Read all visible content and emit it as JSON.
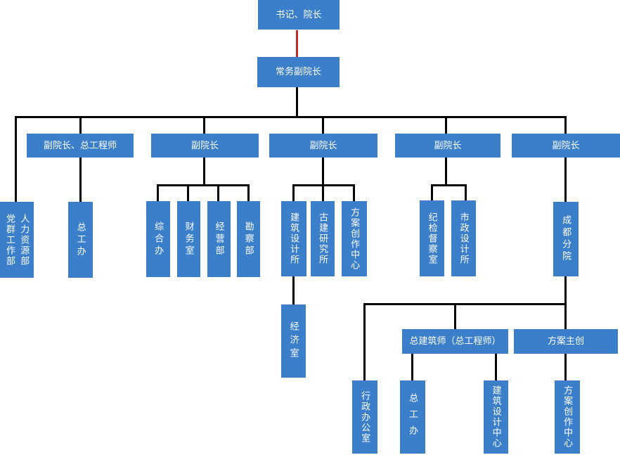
{
  "diagram": {
    "type": "org-chart",
    "colors": {
      "node_fill": "#3b7ec9",
      "node_text": "#ffffff",
      "connector": "#000000",
      "connector_top_red": "#c22a2a",
      "background": "#ffffff"
    },
    "nodes": {
      "secretary_dean": "书记、院长",
      "executive_vice_dean": "常务副院长",
      "vice_dean_chief_engineer": "副院长、总工程师",
      "vice_dean_2": "副院长",
      "vice_dean_3": "副院长",
      "vice_dean_4": "副院长",
      "vice_dean_5": "副院长",
      "party_mass_dept": "党群工作部",
      "hr_dept": "人力资源部",
      "chief_engineer_office": "总工办",
      "general_office": "综合办",
      "finance_office": "财务室",
      "operations_dept": "经营部",
      "survey_dept": "勘察部",
      "architecture_design_institute": "建筑设计所",
      "ancient_architecture_institute": "古建研究所",
      "scheme_creation_center": "方案创作中心",
      "economics_office": "经济室",
      "discipline_inspection_office": "纪检督察室",
      "municipal_design_institute": "市政设计所",
      "chengdu_branch": "成都分院",
      "chief_architect": "总建筑师（总工程师）",
      "scheme_lead": "方案主创",
      "admin_office": "行政办公室",
      "branch_chief_engineer_office": "总工办",
      "architecture_design_center": "建筑设计中心",
      "branch_scheme_creation_center": "方案创作中心"
    },
    "edges": [
      {
        "from": "secretary_dean",
        "to": "executive_vice_dean",
        "color": "#c22a2a"
      },
      {
        "from": "executive_vice_dean",
        "to": "party_mass_dept_hr_dept"
      },
      {
        "from": "executive_vice_dean",
        "to": "vice_dean_chief_engineer"
      },
      {
        "from": "executive_vice_dean",
        "to": "vice_dean_2"
      },
      {
        "from": "executive_vice_dean",
        "to": "vice_dean_3"
      },
      {
        "from": "executive_vice_dean",
        "to": "vice_dean_4"
      },
      {
        "from": "executive_vice_dean",
        "to": "vice_dean_5"
      },
      {
        "from": "vice_dean_chief_engineer",
        "to": "chief_engineer_office"
      },
      {
        "from": "vice_dean_2",
        "to": "general_office"
      },
      {
        "from": "vice_dean_2",
        "to": "finance_office"
      },
      {
        "from": "vice_dean_2",
        "to": "operations_dept"
      },
      {
        "from": "vice_dean_2",
        "to": "survey_dept"
      },
      {
        "from": "vice_dean_3",
        "to": "architecture_design_institute"
      },
      {
        "from": "vice_dean_3",
        "to": "ancient_architecture_institute"
      },
      {
        "from": "vice_dean_3",
        "to": "scheme_creation_center"
      },
      {
        "from": "architecture_design_institute",
        "to": "economics_office"
      },
      {
        "from": "vice_dean_4",
        "to": "discipline_inspection_office"
      },
      {
        "from": "vice_dean_4",
        "to": "municipal_design_institute"
      },
      {
        "from": "vice_dean_5",
        "to": "chengdu_branch"
      },
      {
        "from": "chengdu_branch",
        "to": "admin_office"
      },
      {
        "from": "chengdu_branch",
        "to": "chief_architect"
      },
      {
        "from": "chengdu_branch",
        "to": "scheme_lead"
      },
      {
        "from": "chief_architect",
        "to": "branch_chief_engineer_office"
      },
      {
        "from": "chief_architect",
        "to": "architecture_design_center"
      },
      {
        "from": "scheme_lead",
        "to": "branch_scheme_creation_center"
      }
    ]
  }
}
